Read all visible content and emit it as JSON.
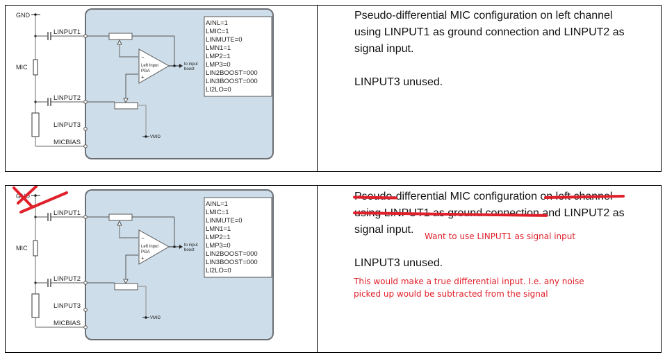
{
  "rows": [
    {
      "crossed_out_gnd": false,
      "diagram": {
        "gnd_label": "GND",
        "mic_label": "MIC",
        "pins": [
          "LINPUT1",
          "LINPUT2",
          "LINPUT3",
          "MICBIAS"
        ],
        "pga_label_line1": "Left Input",
        "pga_label_line2": "PGA",
        "pga_minus": "−",
        "pga_plus": "+",
        "output_label_line1": "to input",
        "output_label_line2": "boost",
        "vmid_label": "VMID",
        "registers": [
          "AINL=1",
          "LMIC=1",
          "LINMUTE=0",
          "LMN1=1",
          "LMP2=1",
          "LMP3=0",
          "LIN2BOOST=000",
          "LIN3BOOST=000",
          "LI2LO=0"
        ]
      },
      "text": {
        "line1": "Pseudo-differential MIC configuration on left channel",
        "line2": "using LINPUT1 as ground connection and LINPUT2 as",
        "line3": "signal input.",
        "line4": "LINPUT3 unused."
      }
    },
    {
      "crossed_out_gnd": true,
      "diagram": {
        "gnd_label": "GND",
        "mic_label": "MIC",
        "pins": [
          "LINPUT1",
          "LINPUT2",
          "LINPUT3",
          "MICBIAS"
        ],
        "pga_label_line1": "Left Input",
        "pga_label_line2": "PGA",
        "pga_minus": "−",
        "pga_plus": "+",
        "output_label_line1": "to input",
        "output_label_line2": "boost",
        "vmid_label": "VMID",
        "registers": [
          "AINL=1",
          "LMIC=1",
          "LINMUTE=0",
          "LMN1=1",
          "LMP2=1",
          "LMP3=0",
          "LIN2BOOST=000",
          "LIN3BOOST=000",
          "LI2LO=0"
        ]
      },
      "text": {
        "line1": "Pseudo-differential MIC configuration on left channel",
        "line2": "using LINPUT1 as ground connection and LINPUT2 as",
        "line3": "signal input.",
        "line4": "LINPUT3 unused."
      },
      "annotations": {
        "note1": "Want to use LINPUT1 as signal input",
        "note2_line1": "This would make a true differential input. I.e. any noise",
        "note2_line2": "picked up would be subtracted from the signal"
      }
    }
  ],
  "colors": {
    "chip_fill": "#cddde9",
    "chip_border": "#6b6f73",
    "wire": "#9a9a9a",
    "annotation_red": "#e0202a"
  }
}
